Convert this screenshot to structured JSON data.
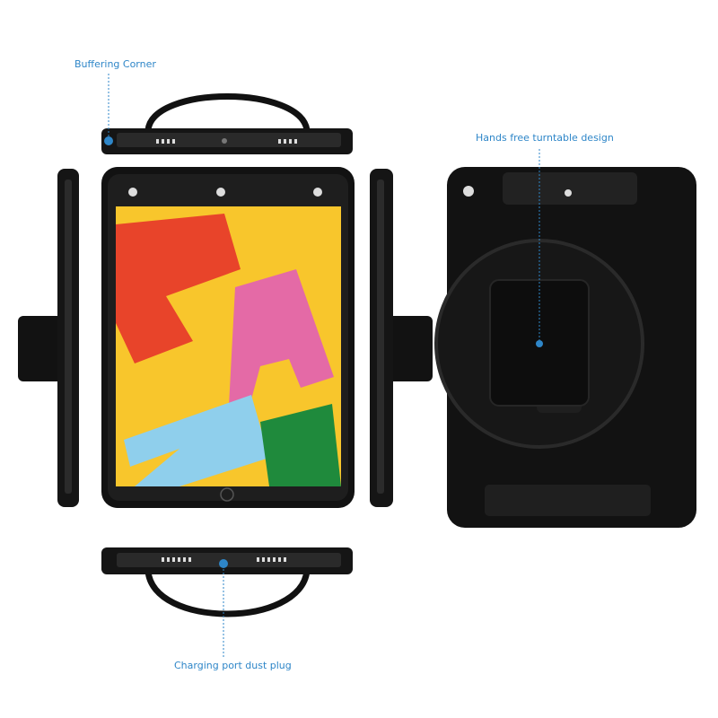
{
  "callouts": {
    "buffering_corner": "Buffering Corner",
    "hands_free": "Hands free turntable design",
    "charging_port": "Charging port dust plug"
  },
  "colors": {
    "accent": "#2e86c8",
    "case": "#111111",
    "screen_bg": "#f8c62c",
    "red": "#e8442a",
    "pink": "#e46aa6",
    "blue": "#8fcfec",
    "green": "#1f8a3c"
  }
}
